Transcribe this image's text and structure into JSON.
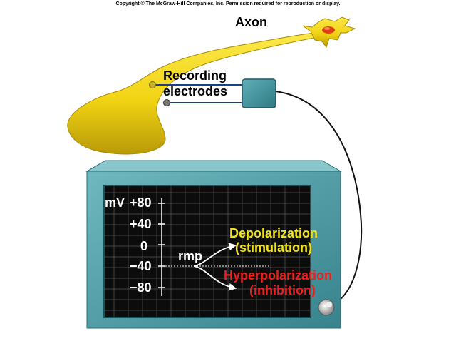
{
  "copyright": "Copyright © The McGraw-Hill Companies, Inc. Permission required for reproduction or display.",
  "labels": {
    "axon": "Axon",
    "recording_line1": "Recording",
    "recording_line2": "electrodes",
    "rmp": "rmp"
  },
  "oscilloscope": {
    "unit": "mV",
    "scale": [
      "+80",
      "+40",
      "0",
      "−40",
      "−80"
    ]
  },
  "responses": {
    "depolarization": "Depolarization",
    "depolarization_note": "(stimulation)",
    "hyperpolarization": "Hyperpolarization",
    "hyperpolarization_note": "(inhibition)"
  },
  "colors": {
    "neuron": "#f2d414",
    "nucleus": "#e0401a",
    "monitor_frame": "#4a9aa4",
    "screen": "#0c0c0c",
    "grid": "#5a5a5a",
    "amplifier": "#3a8e98",
    "depolarization_text": "#f2e21a",
    "hyperpolarization_text": "#e8201e"
  }
}
